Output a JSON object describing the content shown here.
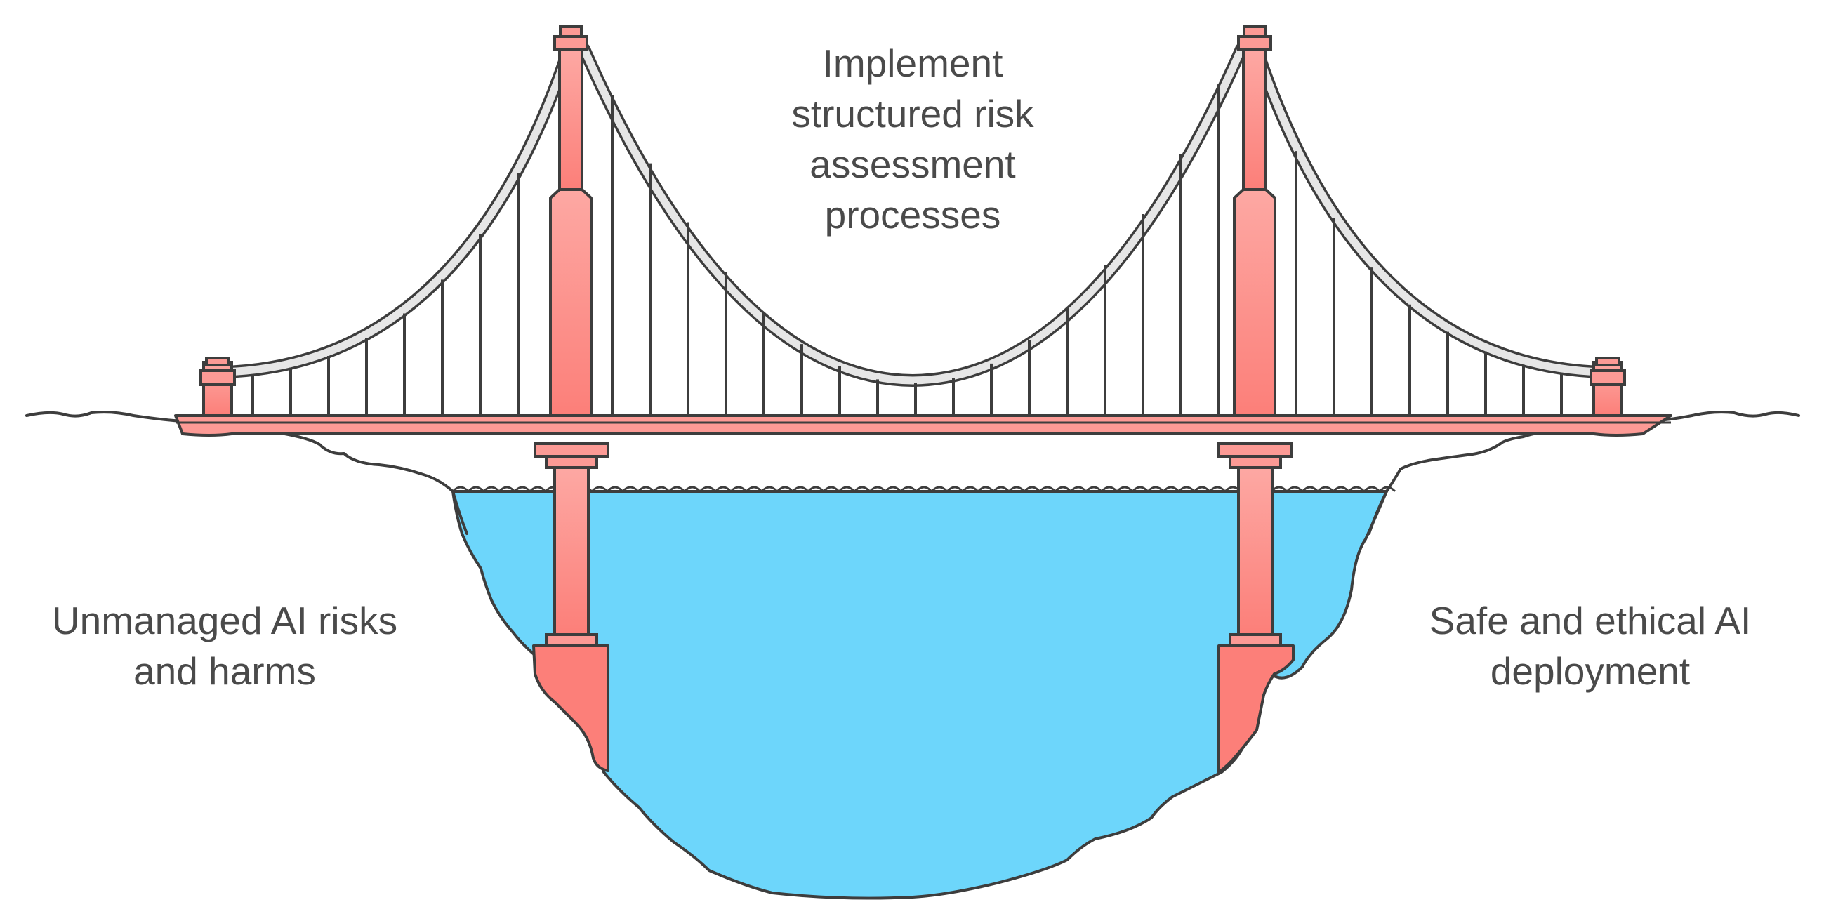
{
  "labels": {
    "top": "Implement\nstructured risk\nassessment\nprocesses",
    "left": "Unmanaged AI risks\nand harms",
    "right": "Safe and ethical AI\ndeployment"
  },
  "colors": {
    "water": "#6dd6fb",
    "tower": "#fc8b86",
    "deck": "#fc9a95",
    "cable": "#e6e6e6",
    "outline": "#3d3d3d",
    "text": "#4a4a4a"
  }
}
